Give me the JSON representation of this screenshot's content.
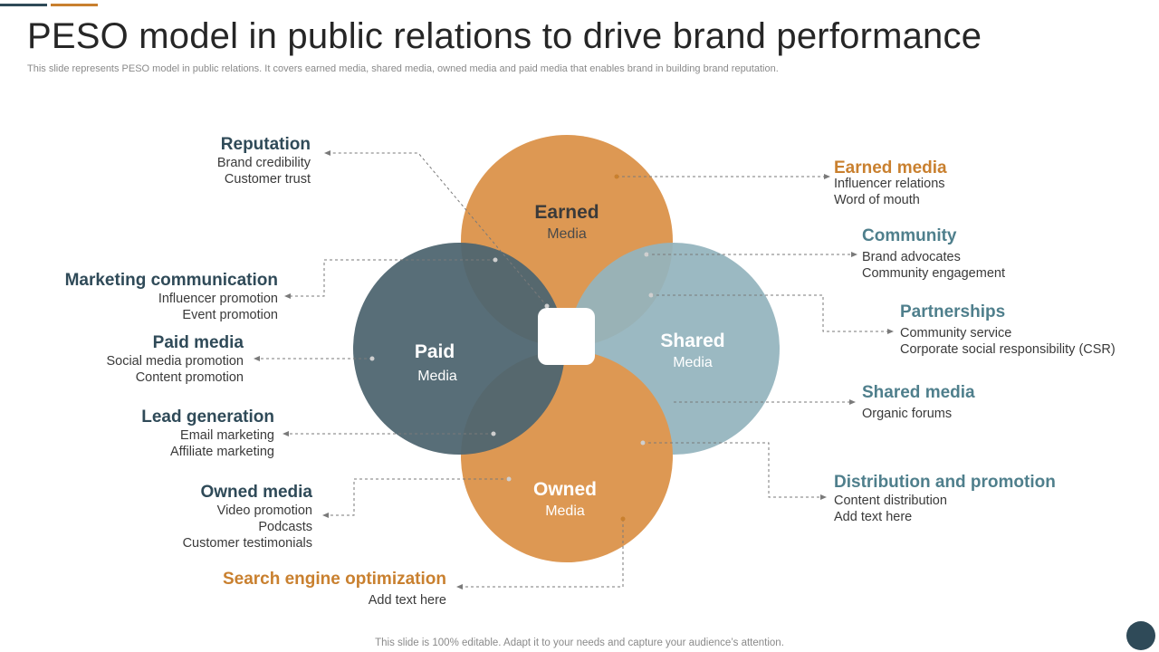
{
  "title": "PESO model in public relations to drive brand performance",
  "subtitle": "This slide represents PESO model in public relations. It covers earned media, shared media, owned media and paid media that enables brand in building brand reputation.",
  "footer": "This slide is 100% editable. Adapt it to your needs and capture your audience’s attention.",
  "colors": {
    "dark": "#2f4a58",
    "orange": "#c9802f",
    "teal": "#4f7f8c",
    "earned_fill": "#dd9853",
    "shared_fill": "#93b4bd",
    "paid_fill": "#4e6570",
    "owned_fill": "#dd9853"
  },
  "circles": {
    "earned": {
      "title": "Earned",
      "sub": "Media"
    },
    "shared": {
      "title": "Shared",
      "sub": "Media"
    },
    "paid": {
      "title": "Paid",
      "sub": "Media"
    },
    "owned": {
      "title": "Owned",
      "sub": "Media"
    }
  },
  "left": {
    "reputation": {
      "heading": "Reputation",
      "items": [
        "Brand credibility",
        "Customer trust"
      ]
    },
    "marketing": {
      "heading": "Marketing communication",
      "items": [
        "Influencer promotion",
        "Event promotion"
      ]
    },
    "paid": {
      "heading": "Paid media",
      "items": [
        "Social media promotion",
        "Content promotion"
      ]
    },
    "lead": {
      "heading": "Lead generation",
      "items": [
        "Email marketing",
        "Affiliate marketing"
      ]
    },
    "owned": {
      "heading": "Owned media",
      "items": [
        "Video promotion",
        "Podcasts",
        "Customer testimonials"
      ]
    },
    "seo": {
      "heading": "Search engine optimization",
      "items": [
        "Add text here"
      ]
    }
  },
  "right": {
    "earned": {
      "heading": "Earned media",
      "items": [
        "Influencer relations",
        "Word of mouth"
      ]
    },
    "community": {
      "heading": "Community",
      "items": [
        "Brand advocates",
        "Community engagement"
      ]
    },
    "partnerships": {
      "heading": "Partnerships",
      "items": [
        "Community service",
        "Corporate social responsibility (CSR)"
      ]
    },
    "shared": {
      "heading": "Shared media",
      "items": [
        "Organic forums"
      ]
    },
    "distribution": {
      "heading": "Distribution and promotion",
      "items": [
        "Content distribution",
        "Add text here"
      ]
    }
  }
}
